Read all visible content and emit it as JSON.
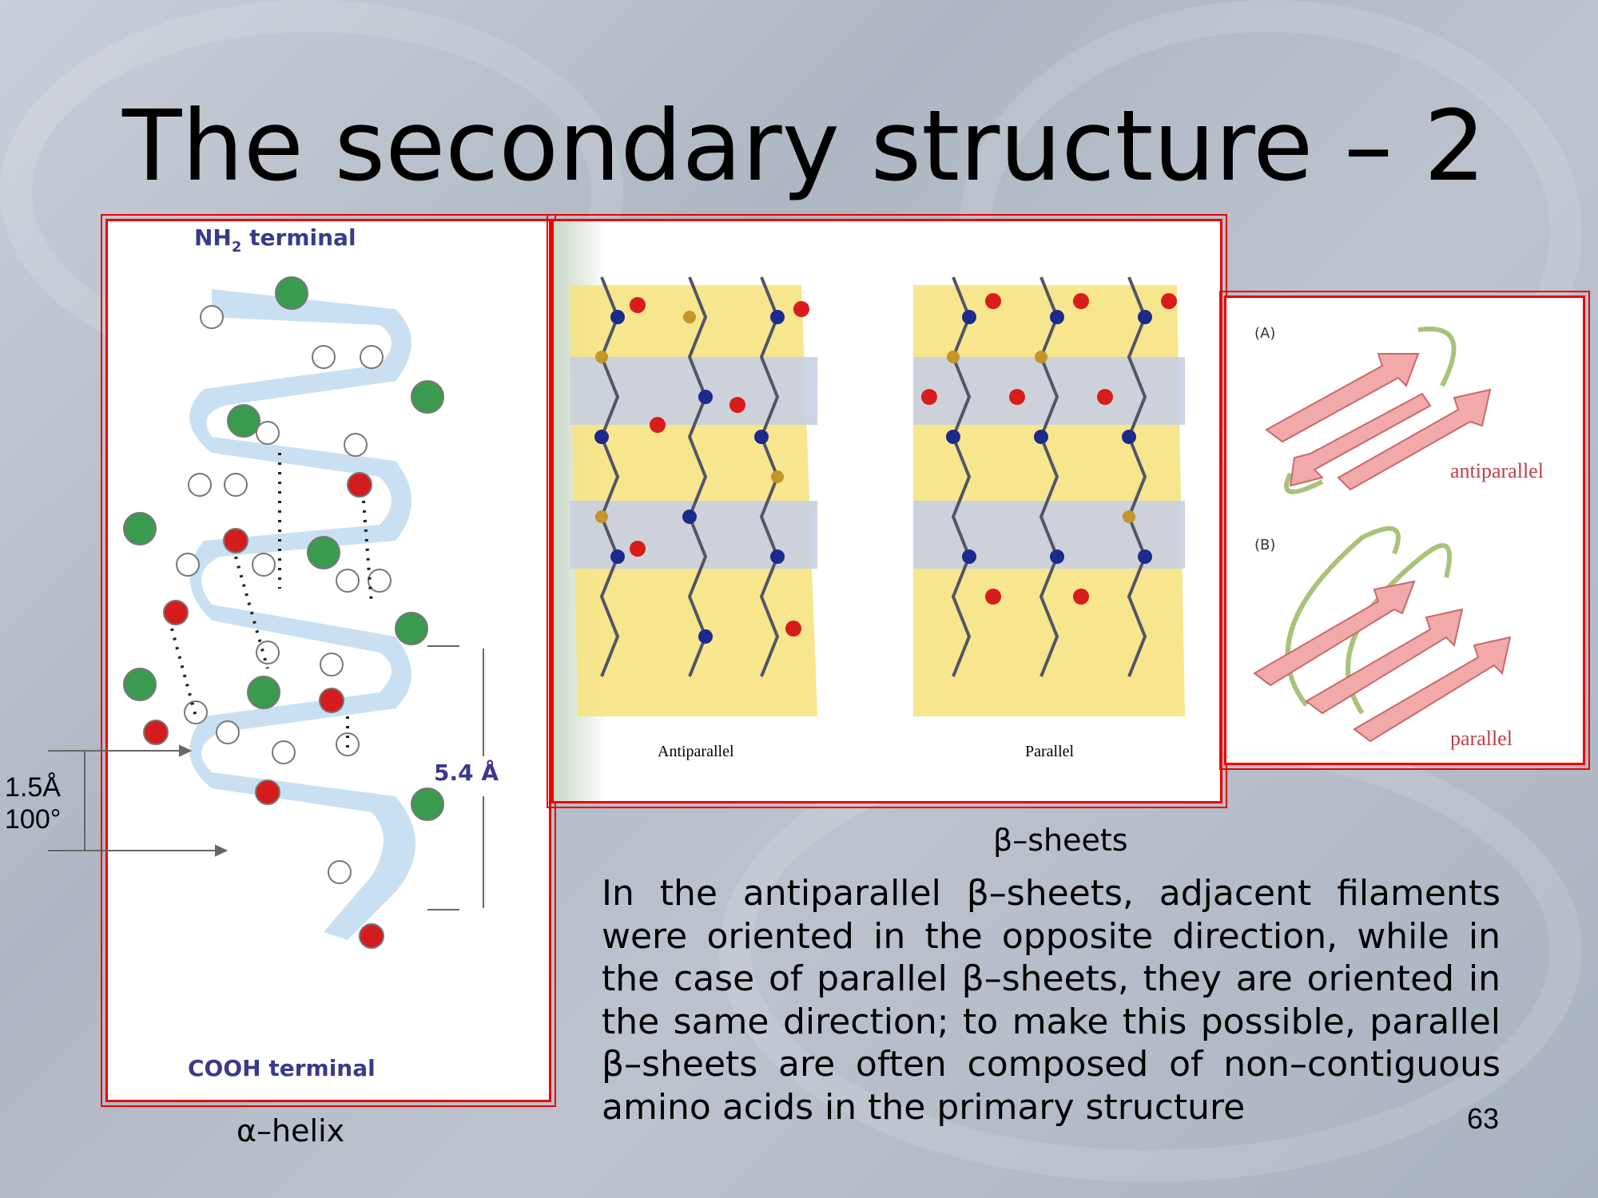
{
  "slide": {
    "title": "The secondary structure – 2",
    "page_number": "63"
  },
  "helix_figure": {
    "top_label_main": "NH",
    "top_label_sub": "2",
    "top_label_rest": " terminal",
    "bottom_label": "COOH terminal",
    "pitch_label": "5.4 Å",
    "rise_label": "1.5Å",
    "angle_label": "100°",
    "caption": "α–helix"
  },
  "beta_figure": {
    "left_label": "Antiparallel",
    "right_label": "Parallel",
    "caption": "β–sheets"
  },
  "strand_figure": {
    "panel_a": "(A)",
    "panel_a_label": "antiparallel",
    "panel_b": "(B)",
    "panel_b_label": "parallel"
  },
  "body_text": "In the antiparallel β–sheets, adjacent filaments were oriented in the opposite direction, while in the case of parallel β–sheets, they are oriented in the same direction; to make this possible, parallel β–sheets are often composed of non–contiguous amino acids in the primary structure",
  "colors": {
    "frame": "#e00000",
    "label_blue": "#3a3a8c",
    "strand_label": "#c0404a"
  }
}
